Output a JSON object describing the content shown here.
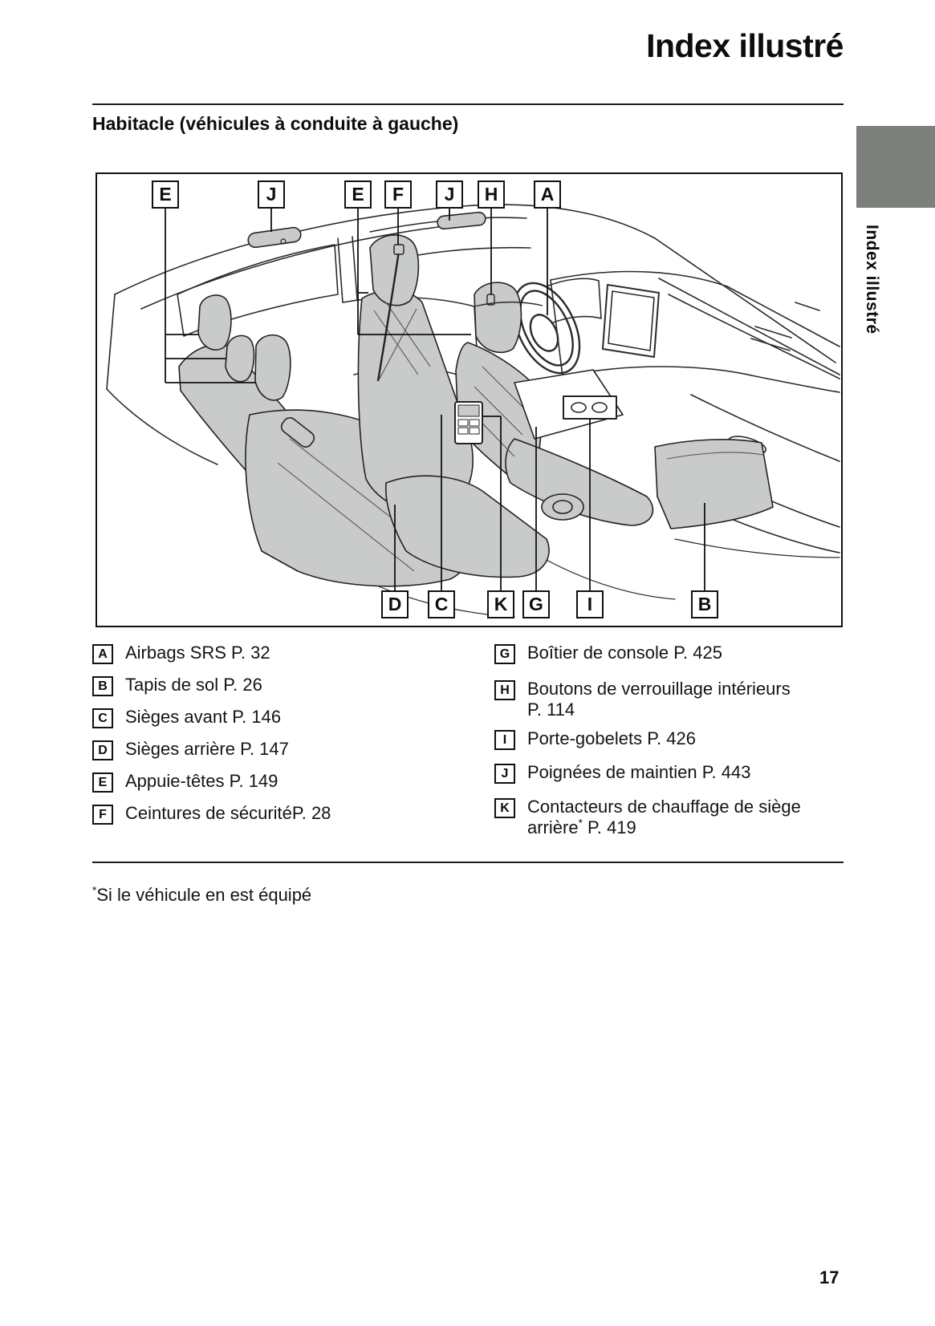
{
  "page": {
    "title": "Index illustré",
    "section_heading": "Habitacle (véhicules à conduite à gauche)",
    "sidebar_tab": "Index illustré",
    "footnote_sup": "*",
    "footnote_text": "Si le véhicule en est équipé",
    "page_number": "17"
  },
  "illustration": {
    "description": "Vue intérieure de l'habitacle avec repères de A à K",
    "top_callouts": [
      "E",
      "J",
      "E",
      "F",
      "J",
      "H",
      "A"
    ],
    "bottom_callouts": [
      "D",
      "C",
      "K",
      "G",
      "I",
      "B"
    ]
  },
  "legend": {
    "left_column": [
      {
        "key": "A",
        "text": "Airbags SRS P. 32"
      },
      {
        "key": "B",
        "text": "Tapis de sol P. 26"
      },
      {
        "key": "C",
        "text": "Sièges avant P. 146"
      },
      {
        "key": "D",
        "text": "Sièges arrière P. 147"
      },
      {
        "key": "E",
        "text": "Appuie-têtes P. 149"
      },
      {
        "key": "F",
        "text": "Ceintures de sécuritéP. 28"
      }
    ],
    "right_column": [
      {
        "key": "G",
        "text": "Boîtier de console P. 425"
      },
      {
        "key": "H",
        "text": "Boutons de verrouillage intérieurs",
        "text2": "P. 114"
      },
      {
        "key": "I",
        "text": "Porte-gobelets P. 426"
      },
      {
        "key": "J",
        "text": "Poignées de maintien P. 443"
      },
      {
        "key": "K",
        "text": "Contacteurs de chauffage de siège",
        "text2_pre": "arrière",
        "text2_sup": "*",
        "text2_post": " P. 419"
      }
    ]
  },
  "colors": {
    "tab_gray": "#7c7f7c",
    "seat_gray": "#c9cbca",
    "line_dark": "#1a1a1a"
  }
}
